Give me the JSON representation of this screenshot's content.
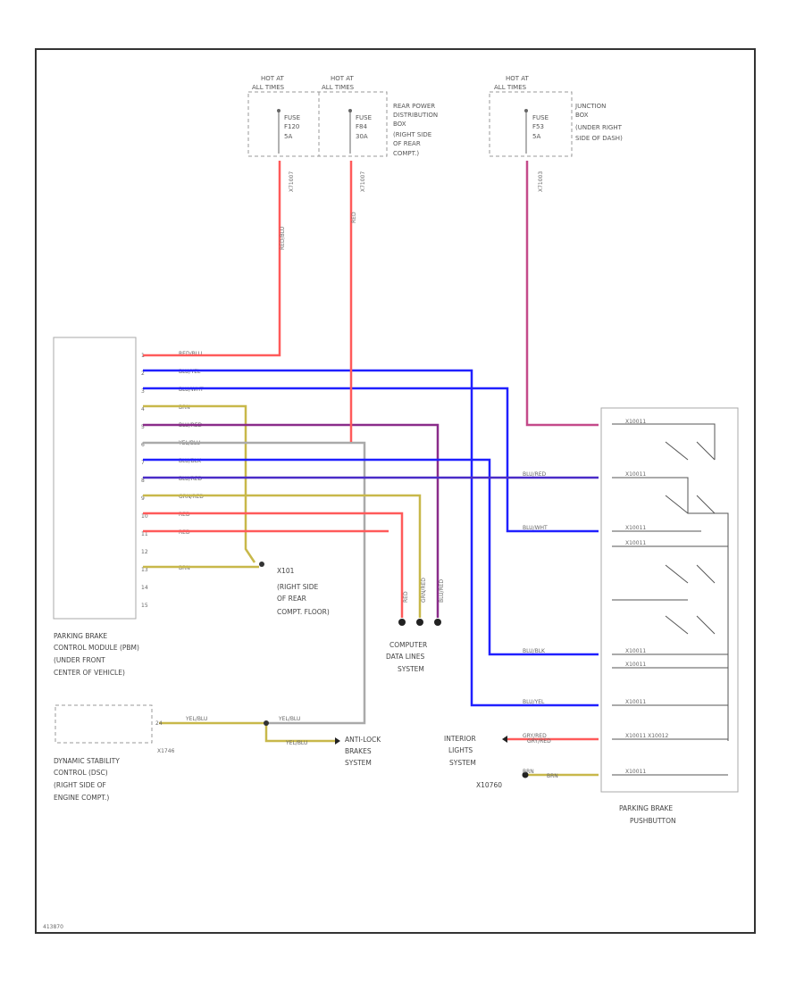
{
  "colors": {
    "red": "#ff5a5a",
    "blue": "#2020ff",
    "purple": "#8a2c8a",
    "gray": "#888888",
    "yellow": "#c8b84a",
    "violet_red": "#c44a8a",
    "frame": "#333333"
  },
  "fuses": [
    {
      "hot": "HOT AT",
      "hot2": "ALL TIMES",
      "fuse": "FUSE",
      "id": "F120",
      "amps": "5A",
      "circuit": "X71007"
    },
    {
      "hot": "HOT AT",
      "hot2": "ALL TIMES",
      "fuse": "FUSE",
      "id": "F84",
      "amps": "30A",
      "circuit": "X71007"
    },
    {
      "hot": "HOT AT",
      "hot2": "ALL TIMES",
      "fuse": "FUSE",
      "id": "F53",
      "amps": "5A",
      "circuit": "X71003"
    }
  ],
  "rear_power_box": [
    "REAR POWER",
    "DISTRIBUTION",
    "BOX",
    "(RIGHT SIDE",
    "OF REAR",
    "COMPT.)"
  ],
  "junction_box": [
    "JUNCTION",
    "BOX",
    "(UNDER RIGHT",
    "SIDE OF DASH)"
  ],
  "module": {
    "label": [
      "PARKING BRAKE",
      "CONTROL MODULE (PBM)",
      "(UNDER FRONT",
      "CENTER OF VEHICLE)"
    ],
    "pins": [
      "1",
      "2",
      "3",
      "4",
      "5",
      "6",
      "7",
      "8",
      "9",
      "10",
      "11",
      "12",
      "13",
      "14",
      "15"
    ],
    "wires": [
      "RED/BLU",
      "BLU/YEL",
      "BLU/WHT",
      "BRN",
      "BLU/RED",
      "YEL/BLU",
      "BLU/BLK",
      "BLU/RED",
      "GRN/RED",
      "RED",
      "RED",
      "",
      "BRN",
      "",
      ""
    ]
  },
  "ground_x101": {
    "id": "X101",
    "label": [
      "(RIGHT SIDE",
      "OF REAR",
      "COMPT. FLOOR)"
    ]
  },
  "computer_data": {
    "label": [
      "COMPUTER",
      "DATA LINES",
      "SYSTEM"
    ],
    "wires": [
      "RED",
      "GRN/RED",
      "BLU/RED"
    ]
  },
  "dsc": {
    "pin": "24",
    "conn": "X1746",
    "label": [
      "DYNAMIC STABILITY",
      "CONTROL (DSC)",
      "(RIGHT SIDE OF",
      "ENGINE COMPT.)"
    ]
  },
  "dsc_wires": [
    "YEL/BLU",
    "YEL/BLU",
    "YEL/BLU"
  ],
  "abs": [
    "ANTI-LOCK",
    "BRAKES",
    "SYSTEM"
  ],
  "interior": {
    "label": [
      "INTERIOR",
      "LIGHTS",
      "SYSTEM"
    ],
    "wire": "GRY/RED"
  },
  "ground_x10760": {
    "id": "X10760",
    "wire": "BRN"
  },
  "pushbutton": {
    "label": [
      "PARKING BRAKE",
      "PUSHBUTTON"
    ],
    "wires": [
      "",
      "BLU/RED",
      "BLU/WHT",
      "",
      "BLU/BLK",
      "",
      "BLU/YEL",
      "GRY/RED",
      "BRN"
    ],
    "inner": [
      "X10011",
      "X10011",
      "X10011",
      "X10011",
      "X10011",
      "X10011",
      "X10011",
      "X10011 X10012",
      "X10011"
    ]
  },
  "footer_code": "413870"
}
